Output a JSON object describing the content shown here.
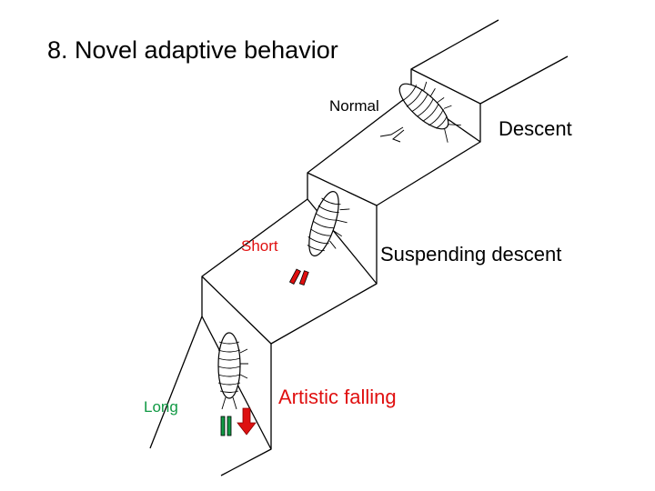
{
  "title": "8.  Novel adaptive behavior",
  "labels": {
    "normal": "Normal",
    "short": "Short",
    "long": "Long"
  },
  "captions": {
    "descent": "Descent",
    "suspending": "Suspending descent",
    "artistic": "Artistic falling"
  },
  "colors": {
    "line": "#000000",
    "short": "#e01010",
    "long": "#119944",
    "artistic": "#e01010",
    "arrow": "#dd1111"
  },
  "icons": {
    "isopods": "isopod-icon",
    "arrow": "down-arrow-icon"
  }
}
